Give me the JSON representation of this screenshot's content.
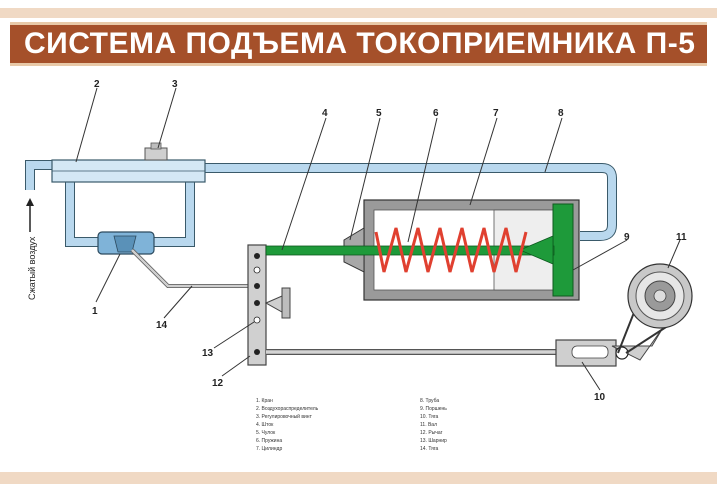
{
  "title": "СИСТЕМА ПОДЪЕМА ТОКОПРИЕМНИКА П-5",
  "air_label": "Сжатый воздух",
  "callouts": [
    "1",
    "2",
    "3",
    "4",
    "5",
    "6",
    "7",
    "8",
    "9",
    "10",
    "11",
    "12",
    "13",
    "14"
  ],
  "legend_left": [
    "1. Кран",
    "2. Воздухораспределитель",
    "3. Регулировочный винт",
    "4. Шток",
    "5. Чулок",
    "6. Пружина",
    "7. Цилиндр"
  ],
  "legend_right": [
    "8. Труба",
    "9. Поршень",
    "10. Тяга",
    "11. Вал",
    "12. Рычаг",
    "13. Шарнир",
    "14. Тяга"
  ],
  "colors": {
    "title_bar": "#a5502a",
    "pipe": "#b9d8ee",
    "rod": "#1e9a3a",
    "spring": "#e04030",
    "cylinder": "#8a8a8a"
  }
}
